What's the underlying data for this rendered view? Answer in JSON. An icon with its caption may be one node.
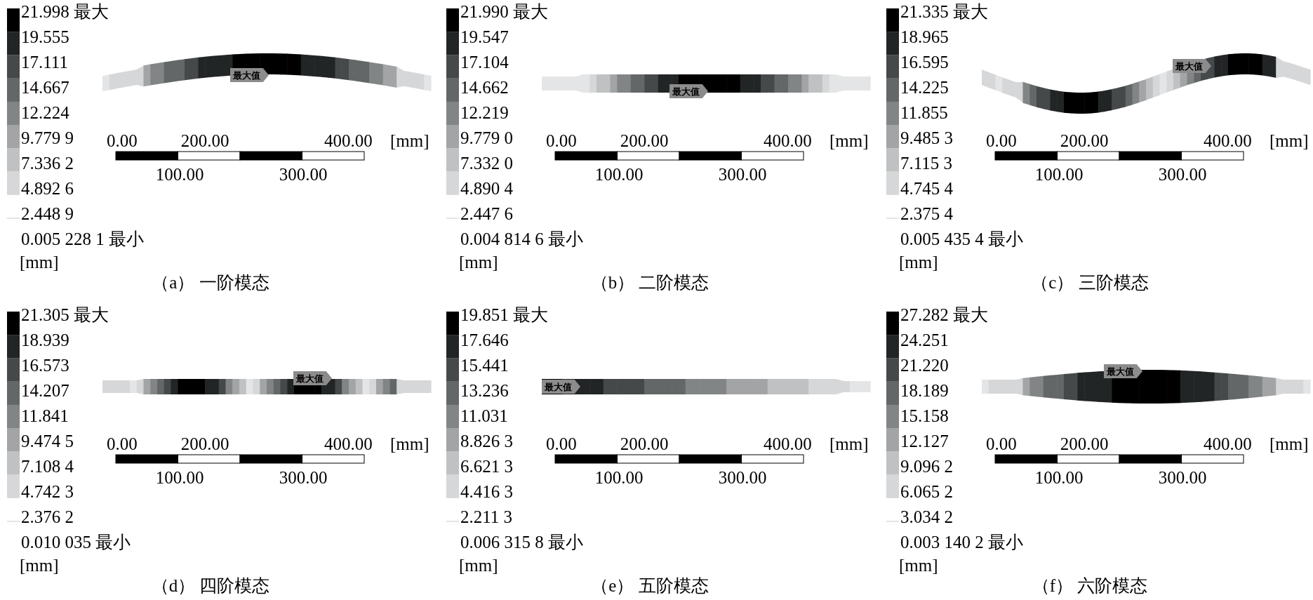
{
  "diagram": {
    "nodes": [
      {
        "text": [
          "最大值"
        ]
      },
      {
        "text": [
          "最大值"
        ]
      },
      {
        "text": [
          "最大值"
        ]
      },
      {
        "text": [
          "最大值"
        ]
      },
      {
        "text": [
          "最大值"
        ]
      },
      {
        "text": [
          "最大值"
        ]
      }
    ],
    "labels": [
      "21.998 最大",
      "19.555",
      "17.111",
      "14.667",
      "12.224",
      "9.779 9",
      "7.336 2",
      "4.892 6",
      "2.448 9",
      "0.005 228 1 最小",
      "0.00",
      "200.00",
      "400.00",
      "[mm]",
      "100.00",
      "300.00",
      "[mm]",
      "（a） 一阶模态",
      "21.990 最大",
      "19.547",
      "17.104",
      "14.662",
      "12.219",
      "9.779 0",
      "7.332 0",
      "4.890 4",
      "2.447 6",
      "0.004 814 6 最小",
      "0.00",
      "200.00",
      "400.00",
      "[mm]",
      "100.00",
      "300.00",
      "[mm]",
      "（b） 二阶模态",
      "21.335 最大",
      "18.965",
      "16.595",
      "14.225",
      "11.855",
      "9.485 3",
      "7.115 3",
      "4.745 4",
      "2.375 4",
      "0.005 435 4 最小",
      "0.00",
      "200.00",
      "400.00",
      "[mm]",
      "100.00",
      "300.00",
      "[mm]",
      "（c） 三阶模态",
      "21.305 最大",
      "18.939",
      "16.573",
      "14.207",
      "11.841",
      "9.474 5",
      "7.108 4",
      "4.742 3",
      "2.376 2",
      "0.010 035 最小",
      "0.00",
      "200.00",
      "400.00",
      "[mm]",
      "100.00",
      "300.00",
      "[mm]",
      "（d） 四阶模态",
      "19.851 最大",
      "17.646",
      "15.441",
      "13.236",
      "11.031",
      "8.826 3",
      "6.621 3",
      "4.416 3",
      "2.211 3",
      "0.006 315 8 最小",
      "0.00",
      "200.00",
      "400.00",
      "[mm]",
      "100.00",
      "300.00",
      "[mm]",
      "（e） 五阶模态",
      "27.282 最大",
      "24.251",
      "21.220",
      "18.189",
      "15.158",
      "12.127",
      "9.096 2",
      "6.065 2",
      "3.034 2",
      "0.003 140 2 最小",
      "0.00",
      "200.00",
      "400.00",
      "[mm]",
      "100.00",
      "300.00",
      "[mm]",
      "（f） 六阶模态"
    ]
  }
}
